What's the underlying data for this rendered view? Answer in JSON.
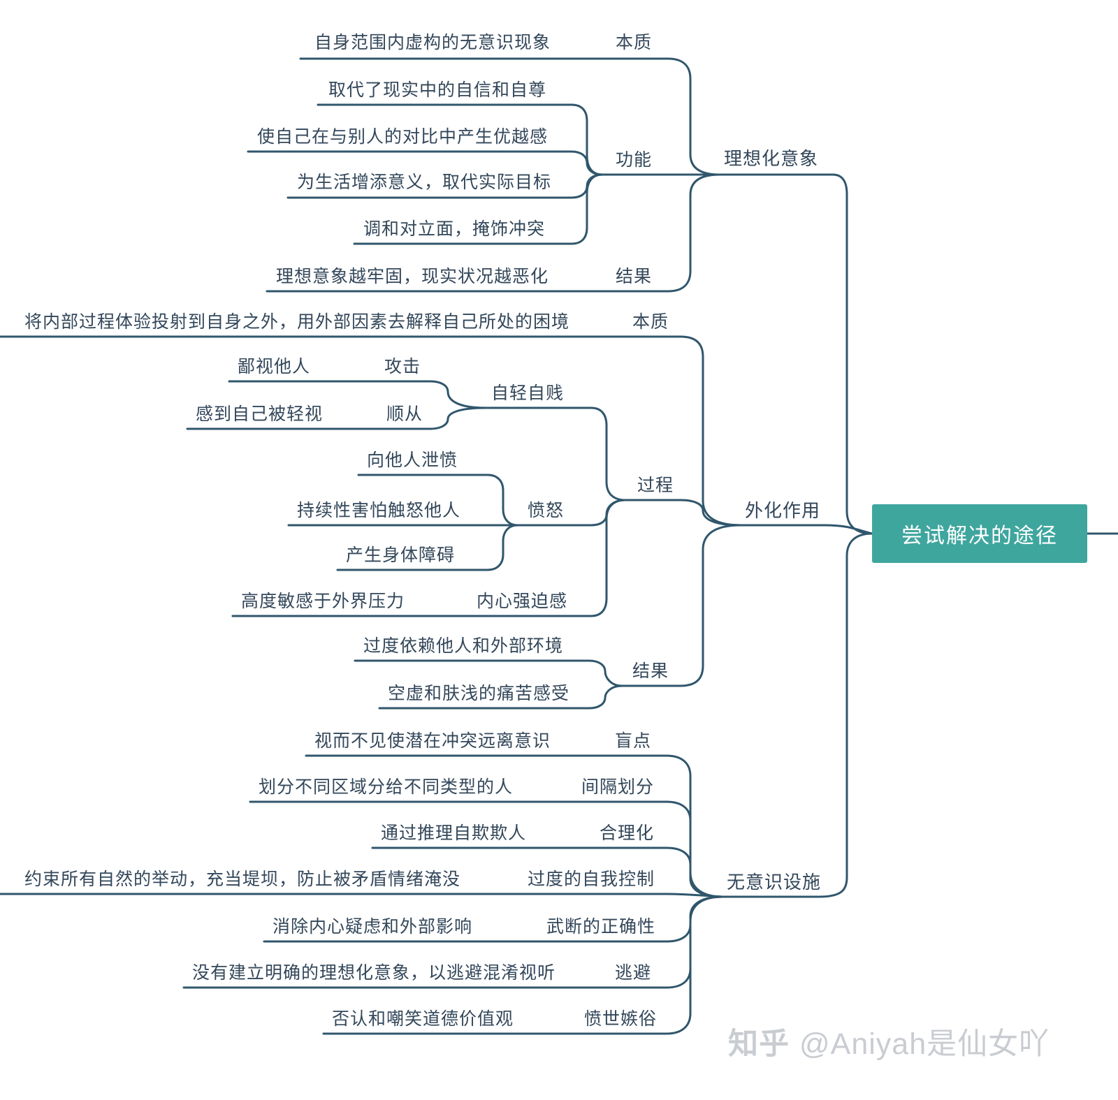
{
  "root": {
    "label": "尝试解决的途径"
  },
  "colors": {
    "accent": "#3fa69e",
    "line": "#30566c",
    "text": "#33475a"
  },
  "watermark": {
    "logo": "知乎",
    "handle": "@Aniyah是仙女吖"
  },
  "branches": {
    "idealized": {
      "label": "理想化意象",
      "essence": {
        "label": "本质",
        "content": "自身范围内虚构的无意识现象"
      },
      "function": {
        "label": "功能",
        "items": [
          "取代了现实中的自信和自尊",
          "使自己在与别人的对比中产生优越感",
          "为生活增添意义，取代实际目标",
          "调和对立面，掩饰冲突"
        ]
      },
      "result": {
        "label": "结果",
        "content": "理想意象越牢固，现实状况越恶化"
      }
    },
    "externalization": {
      "label": "外化作用",
      "essence": {
        "label": "本质",
        "content": "将内部过程体验投射到自身之外，用外部因素去解释自己所处的困境"
      },
      "process": {
        "label": "过程",
        "self_contempt": {
          "label": "自轻自贱",
          "attack": {
            "label": "攻击",
            "content": "鄙视他人"
          },
          "compliance": {
            "label": "顺从",
            "content": "感到自己被轻视"
          }
        },
        "anger": {
          "label": "愤怒",
          "items": [
            "向他人泄愤",
            "持续性害怕触怒他人",
            "产生身体障碍"
          ]
        },
        "compulsion": {
          "label": "内心强迫感",
          "content": "高度敏感于外界压力"
        }
      },
      "result": {
        "label": "结果",
        "items": [
          "过度依赖他人和外部环境",
          "空虚和肤浅的痛苦感受"
        ]
      }
    },
    "unconscious": {
      "label": "无意识设施",
      "items": [
        {
          "label": "盲点",
          "content": "视而不见使潜在冲突远离意识"
        },
        {
          "label": "间隔划分",
          "content": "划分不同区域分给不同类型的人"
        },
        {
          "label": "合理化",
          "content": "通过推理自欺欺人"
        },
        {
          "label": "过度的自我控制",
          "content": "约束所有自然的举动，充当堤坝，防止被矛盾情绪淹没"
        },
        {
          "label": "武断的正确性",
          "content": "消除内心疑虑和外部影响"
        },
        {
          "label": "逃避",
          "content": "没有建立明确的理想化意象，以逃避混淆视听"
        },
        {
          "label": "愤世嫉俗",
          "content": "否认和嘲笑道德价值观"
        }
      ]
    }
  }
}
